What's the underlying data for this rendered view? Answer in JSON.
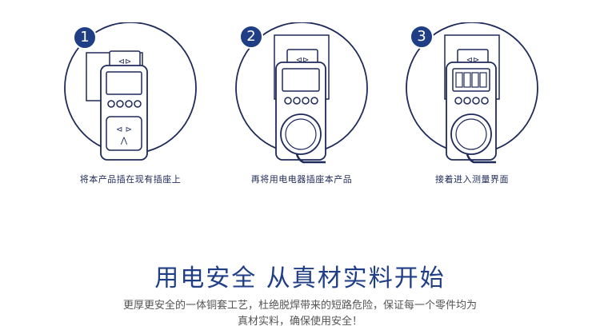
{
  "steps": [
    {
      "number": "1",
      "caption": "将本产品插在现有插座上"
    },
    {
      "number": "2",
      "caption": "再将用电电器插座本产品"
    },
    {
      "number": "3",
      "caption": "接着进入测量界面"
    }
  ],
  "headline": "用电安全 从真材实料开始",
  "description": {
    "line1": "更厚更安全的一体铜套工艺，杜绝脱焊带来的短路危险，保证每一个零件均为",
    "line2": "真材实料，确保使用安全！"
  },
  "colors": {
    "accent": "#1f3e86",
    "badge": "#1f3e86",
    "outline": "#1e2a5a"
  }
}
